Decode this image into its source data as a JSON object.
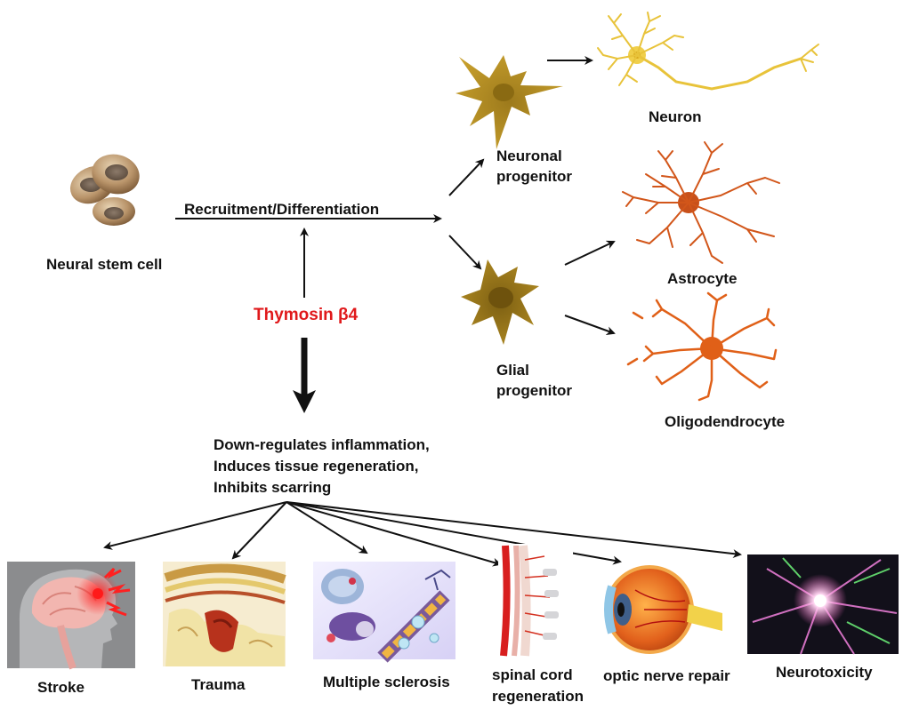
{
  "labels": {
    "neural_stem_cell": "Neural stem cell",
    "recruitment": "Recruitment/Differentiation",
    "thymosin": "Thymosin β4",
    "neuronal_progenitor_1": "Neuronal",
    "neuronal_progenitor_2": "progenitor",
    "glial_progenitor_1": "Glial",
    "glial_progenitor_2": "progenitor",
    "neuron": "Neuron",
    "astrocyte": "Astrocyte",
    "oligodendrocyte": "Oligodendrocyte",
    "effects_1": "Down-regulates  inflammation,",
    "effects_2": "Induces tissue regeneration,",
    "effects_3": "Inhibits scarring"
  },
  "applications": [
    "Stroke",
    "Trauma",
    "Multiple sclerosis",
    "spinal cord",
    "regeneration",
    "optic nerve repair",
    "Neurotoxicity"
  ],
  "colors": {
    "thymosin_red": "#e0191b",
    "neuron_yellow": "#e8c33a",
    "progenitor_gold": "#b8901e",
    "astro_orange": "#d2561a",
    "stem_brown": "#a07a55"
  }
}
